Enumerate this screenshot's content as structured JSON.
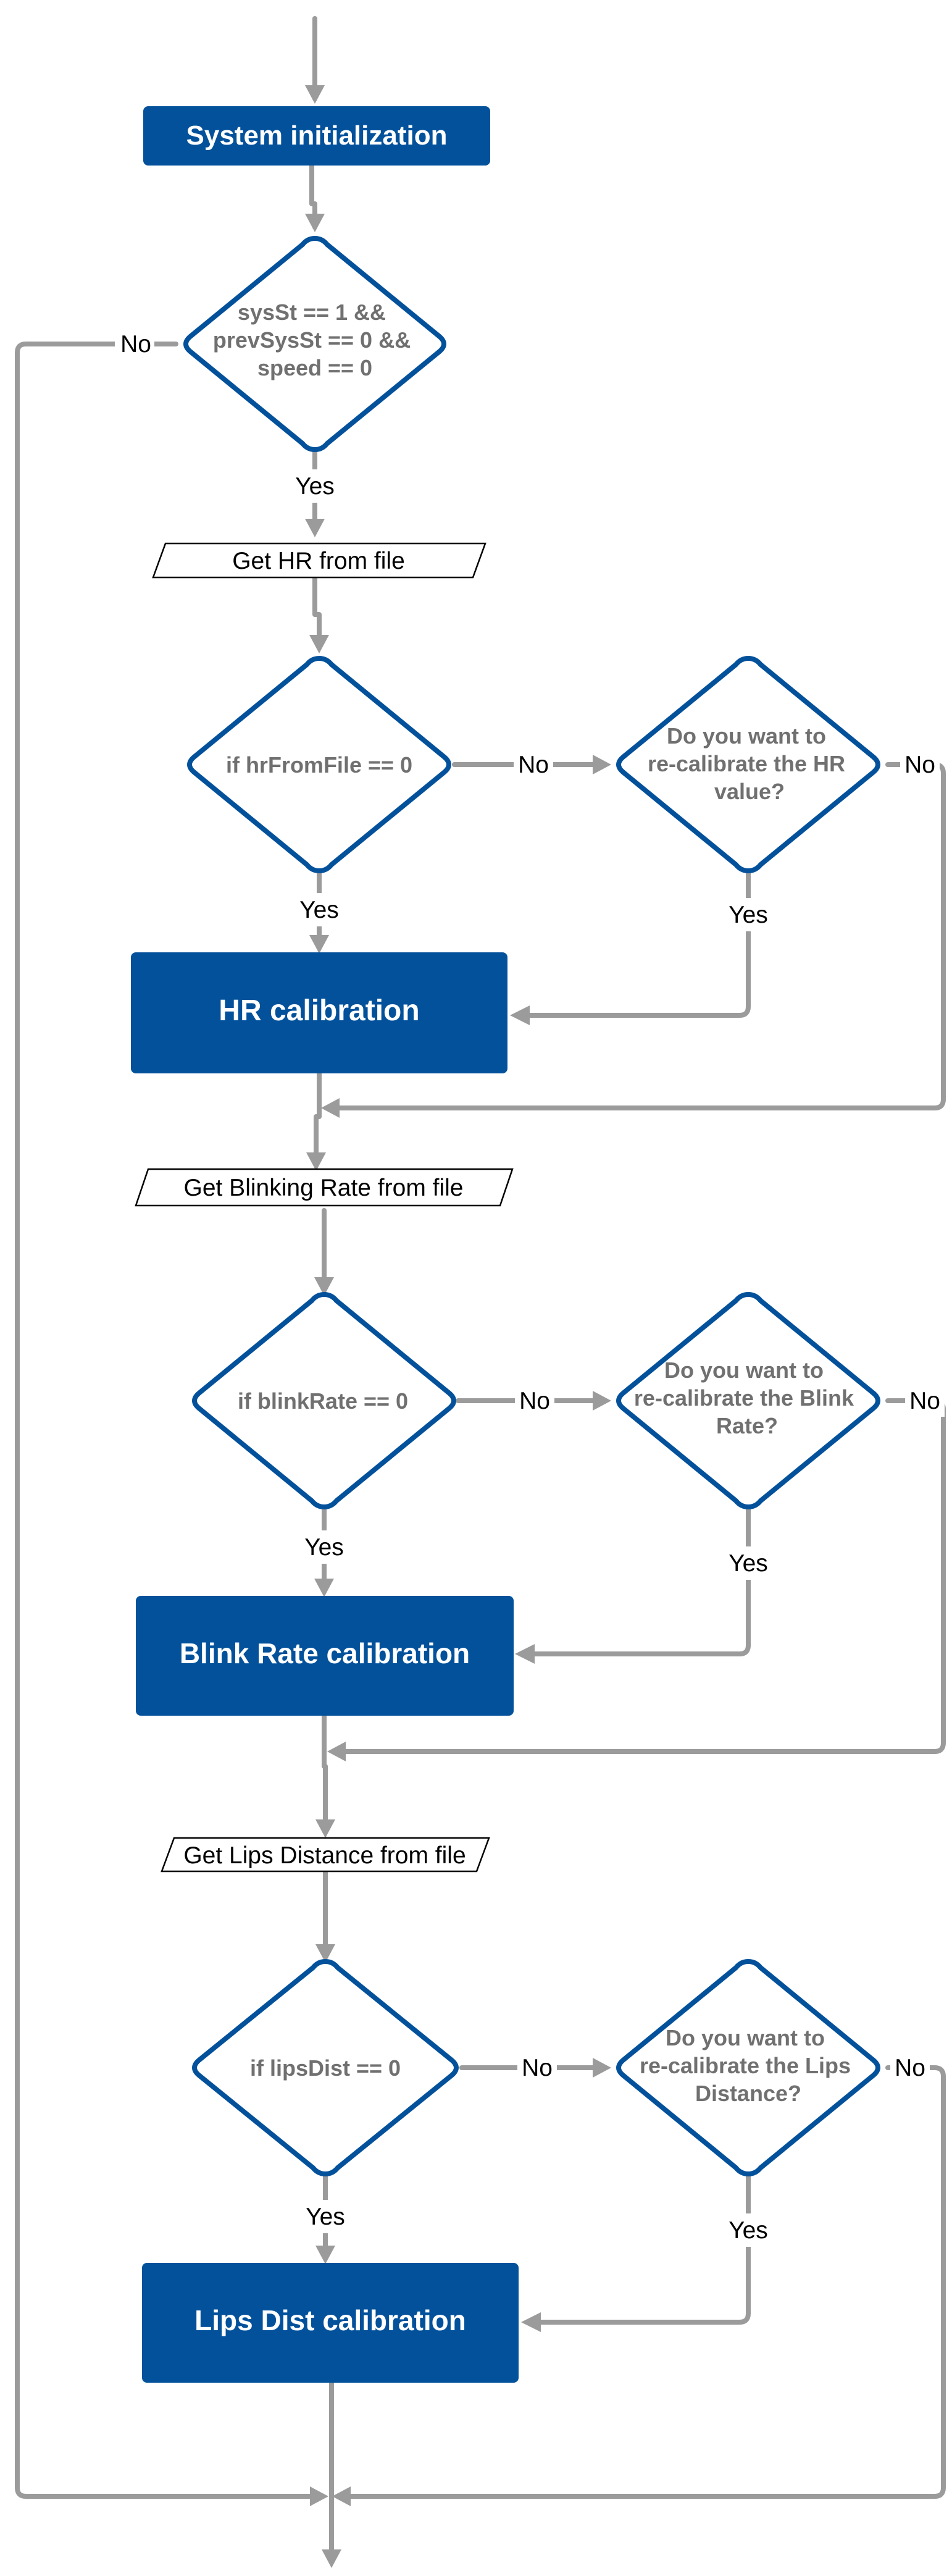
{
  "process": {
    "init": "System initialization",
    "hr_cal": "HR calibration",
    "blink_cal": "Blink Rate calibration",
    "lips_cal": "Lips Dist calibration"
  },
  "decision": {
    "sys": [
      "sysSt == 1 &&",
      "prevSysSt == 0 &&",
      "speed == 0"
    ],
    "hr_file": [
      "if hrFromFile == 0"
    ],
    "hr_recal": [
      "Do you want to",
      "re-calibrate the HR",
      "value?"
    ],
    "blink_file": [
      "if blinkRate == 0"
    ],
    "blink_recal": [
      "Do you want to",
      "re-calibrate the Blink",
      "Rate?"
    ],
    "lips_file": [
      "if lipsDist == 0"
    ],
    "lips_recal": [
      "Do you want to",
      "re-calibrate the Lips",
      "Distance?"
    ]
  },
  "io": {
    "hr": "Get HR from file",
    "blink": "Get Blinking Rate from file",
    "lips": "Get Lips Distance from file"
  },
  "labels": {
    "yes": "Yes",
    "no": "No"
  }
}
